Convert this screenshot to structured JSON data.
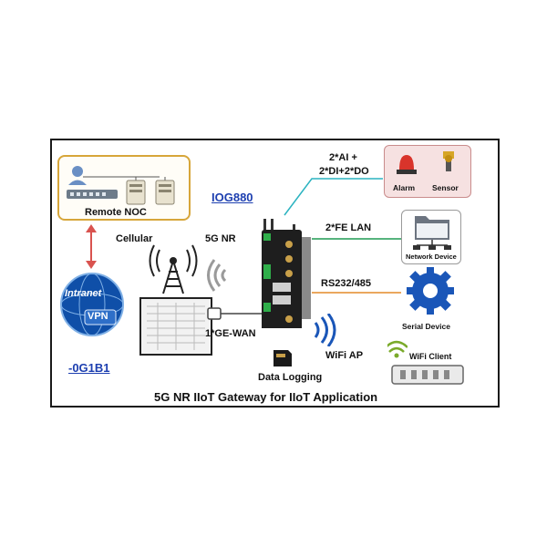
{
  "labels": {
    "remote_noc": "Remote NOC",
    "model": "IOG880",
    "cellular": "Cellular",
    "five_g_nr": "5G NR",
    "ai_di_do_line1": "2*AI +",
    "ai_di_do_line2": "2*DI+2*DO",
    "alarm": "Alarm",
    "sensor": "Sensor",
    "fe_lan": "2*FE LAN",
    "network_device": "Network Device",
    "rs232": "RS232/485",
    "serial_device": "Serial Device",
    "ge_wan": "1*GE-WAN",
    "wifi_ap": "WiFi AP",
    "wifi_client": "WiFi Client",
    "data_logging": "Data Logging",
    "vpn_model": "-0G1B1",
    "caption": "5G NR IIoT Gateway for IIoT Application",
    "intranet": "Intranet",
    "vpn": "VPN"
  },
  "colors": {
    "noc_border": "#d7a63a",
    "sensor_box": "#f6e1e1",
    "line_teal": "#2bb3c0",
    "line_green": "#1f9a52",
    "line_orange": "#e38a28",
    "arrow_red": "#d9534f",
    "gear_blue": "#1a56b8",
    "model_blue": "#1d3fb0"
  },
  "icons": [
    "server-icon",
    "switch-icon",
    "user-icon",
    "cell-tower-icon",
    "signal-waves-icon",
    "intranet-vpn-globe-icon",
    "folder-network-icon",
    "gear-icon",
    "wifi-icon",
    "sd-card-icon",
    "router-icon",
    "alarm-light-icon",
    "sensor-icon",
    "ethernet-cable-icon",
    "antenna-panel-icon"
  ]
}
